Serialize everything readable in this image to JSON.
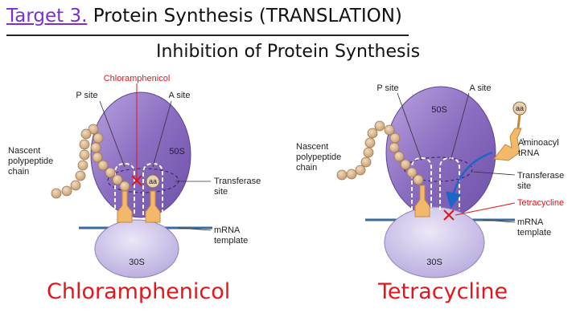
{
  "header": {
    "target": "Target 3.",
    "topic": "Protein Synthesis (TRANSLATION)",
    "subtitle": "Inhibition of Protein Synthesis"
  },
  "left_panel": {
    "drug_top_label": "Chloramphenicol",
    "p_site": "P site",
    "a_site": "A site",
    "large_subunit": "50S",
    "small_subunit": "30S",
    "nascent_1": "Nascent",
    "nascent_2": "polypeptide",
    "nascent_3": "chain",
    "transferase_1": "Transferase",
    "transferase_2": "site",
    "mrna_1": "mRNA",
    "mrna_2": "template",
    "aa": "aa",
    "caption": "Chloramphenicol"
  },
  "right_panel": {
    "p_site": "P site",
    "a_site": "A site",
    "large_subunit": "50S",
    "small_subunit": "30S",
    "nascent_1": "Nascent",
    "nascent_2": "polypeptide",
    "nascent_3": "chain",
    "aa": "aa",
    "aminoacyl_1": "Aminoacyl",
    "aminoacyl_2": "tRNA",
    "transferase_1": "Transferase",
    "transferase_2": "site",
    "drug_label": "Tetracycline",
    "mrna_1": "mRNA",
    "mrna_2": "template",
    "caption": "Tetracycline"
  },
  "colors": {
    "large_subunit": "#8a6cc0",
    "small_subunit": "#cfc4ea",
    "trna": "#f2b96a",
    "bead": "#d9b68c",
    "mrna": "#3a6a9a",
    "inhibitor": "#e3161c",
    "arrow": "#1a66c9"
  }
}
